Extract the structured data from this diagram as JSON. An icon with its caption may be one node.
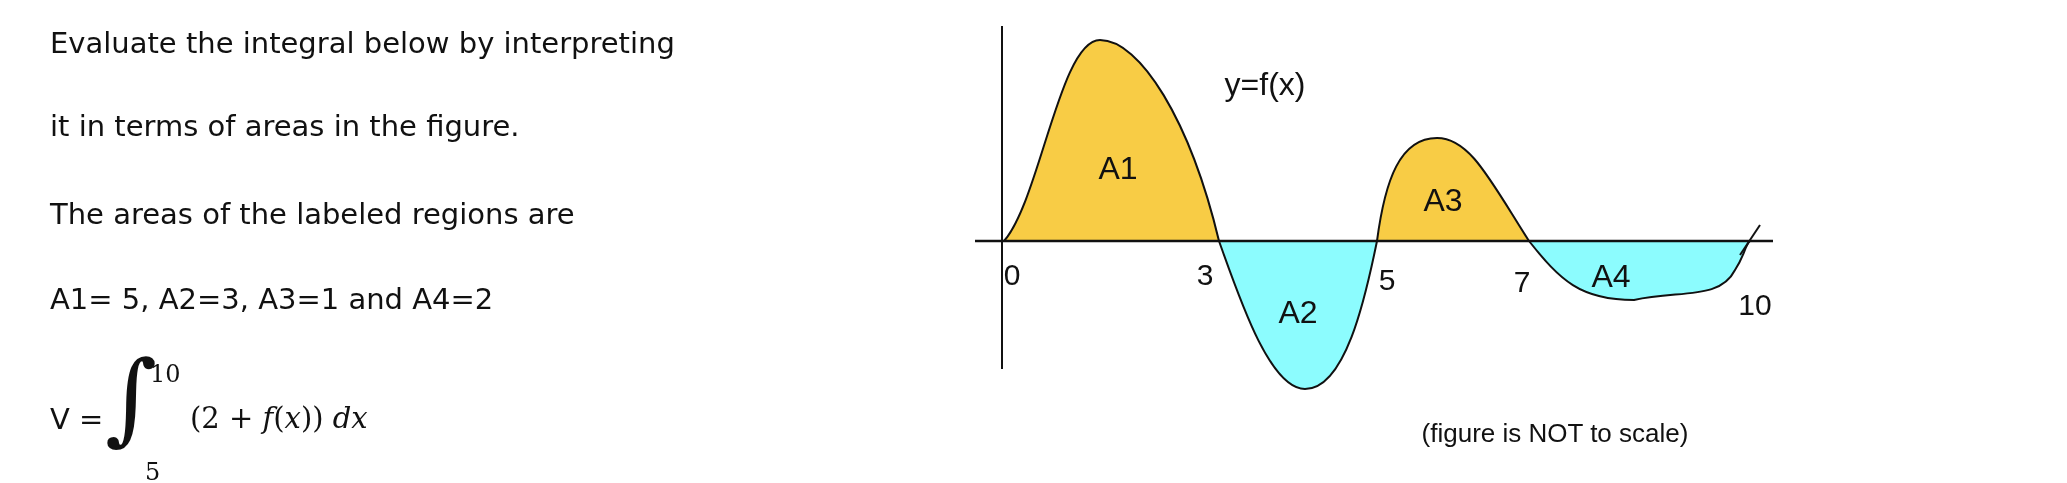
{
  "diagram": {
    "labels": [
      "Evaluate the integral below by interpreting",
      "it in terms of areas in the figure.",
      "The areas of the labeled regions are",
      "A1= 5, A2=3, A3=1 and A4=2",
      "V =",
      "∫",
      "10",
      "5",
      "(2 + *f*(*x*)) *dx*",
      "y=f(x)",
      "A1",
      "A3",
      "0",
      "3",
      "A2",
      "5",
      "7",
      "A4",
      "10",
      "(figure is NOT to scale)"
    ]
  }
}
